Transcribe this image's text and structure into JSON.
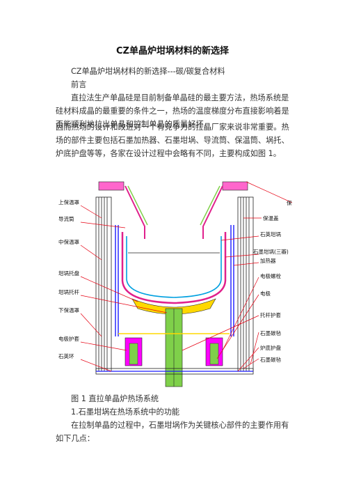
{
  "doc": {
    "title": "CZ单晶炉坩埚材料的新选择",
    "subtitle": "CZ单晶炉坩埚材料的新选择---碳/碳复合材料",
    "preface": "前言",
    "para1": "直拉法生产单晶硅是目前制备单晶硅的最主要方法，热场系统是硅材料成晶的最重要的条件之一，热场的温度梯度分布直接影响着是否能顺利地拉出单晶和控制单晶的质量好坏。",
    "para2": "因而热场的设计和改进对一个有竞争力的拉晶厂家来说非常重要。热场的部件主要包括石墨加热器、石墨坩埚、导流筒、保温筒、埚托、炉底护盘等等，各家在设计过程中会略有不同，主要构成如图 1。",
    "caption": "图 1 直拉单晶炉热场系统",
    "section": "1.石墨坩埚在热场系统中的功能",
    "para3": "在拉制单晶的过程中，石墨坩埚作为关键核心部件的主要作用有如下几点："
  },
  "figure": {
    "left_labels": [
      "上保温罩",
      "导流筒",
      "中保温罩",
      "坩埚托盘",
      "坩埚托杆",
      "下保温罩",
      "电极护套",
      "石英环"
    ],
    "right_labels": [
      "保",
      "保温盖",
      "石英坩埚",
      "石墨坩埚(三瓣)",
      "加热器",
      "电极螺栓",
      "电极",
      "托杆护套",
      "石墨碳毡",
      "炉底护盘",
      "石墨碳毡"
    ],
    "colors": {
      "label_line": "#e60012",
      "crucible": "#e0208c",
      "heater": "#1a1aff",
      "quartz": "#00a0e0",
      "support": "#7fd04a",
      "insulation": "#222222",
      "base_pink": "#ff00ff",
      "yellow": "#ffd800"
    }
  }
}
